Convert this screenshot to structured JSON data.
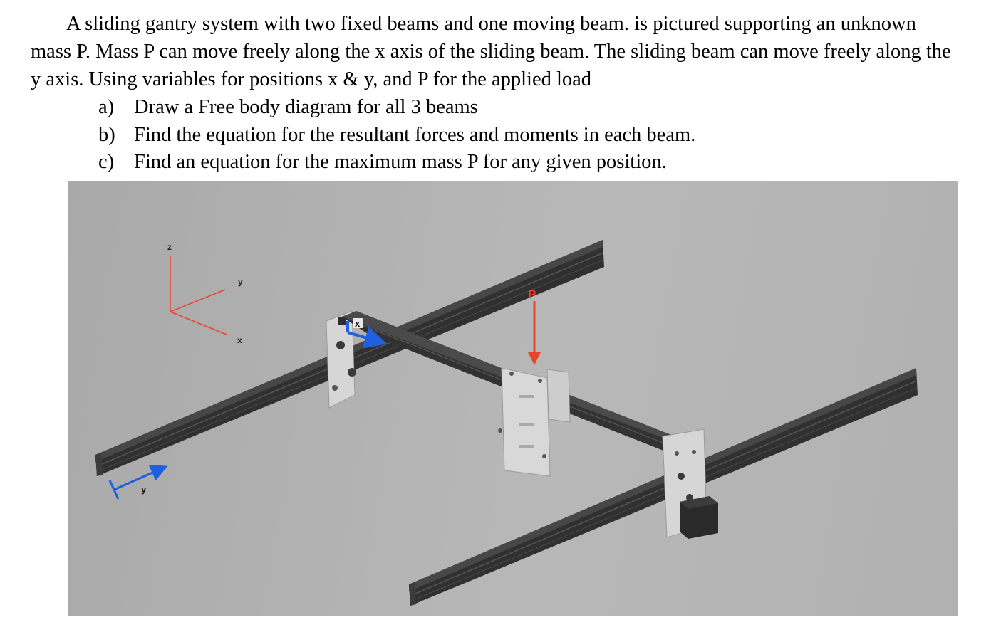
{
  "problem": {
    "statement": "A sliding gantry system with two fixed beams and one moving beam. is pictured supporting an unknown mass P. Mass P can move freely along the x axis of the sliding beam. The sliding beam can move freely along the y axis. Using variables for positions x & y, and P for the applied load",
    "parts": [
      {
        "marker": "a)",
        "text": "Draw a Free body diagram for all 3 beams"
      },
      {
        "marker": "b)",
        "text": "Find the equation for the resultant forces and moments in each beam."
      },
      {
        "marker": "c)",
        "text": "Find an equation for the maximum mass P for any given position."
      }
    ]
  },
  "figure": {
    "triad_labels": {
      "z": "z",
      "y": "y",
      "x": "x"
    },
    "local_y_label": "y",
    "local_x_label": "x",
    "load_label": "P",
    "colors": {
      "background": "#b3b3b3",
      "beam": "#2e2e2e",
      "plate": "#d9d9d9",
      "triad": "#e8452c",
      "local_axis": "#1f5fe0",
      "load_arrow": "#e8452c",
      "motor": "#2a2a2a"
    }
  }
}
